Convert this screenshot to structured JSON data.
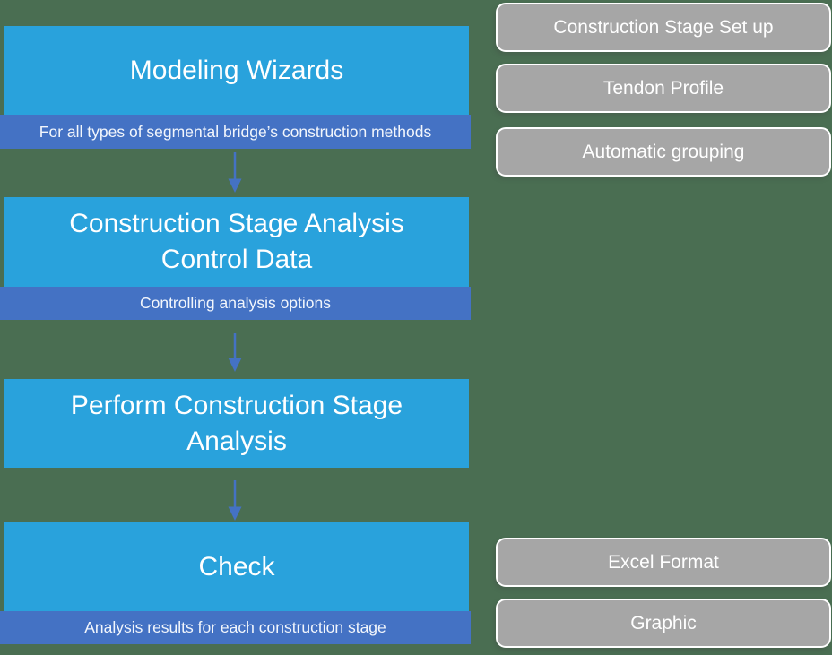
{
  "diagram": {
    "background_color": "#4A6E52",
    "flow": {
      "box_color": "#29A2DC",
      "caption_bar_color": "#4472C4",
      "arrow_color": "#4472C4",
      "steps": [
        {
          "title": "Modeling Wizards",
          "subtitle": "For all types of segmental bridge’s construction methods"
        },
        {
          "title": "Construction Stage Analysis Control Data",
          "subtitle": "Controlling analysis options"
        },
        {
          "title": "Perform Construction Stage Analysis"
        },
        {
          "title": "Check",
          "subtitle": "Analysis results for each construction stage"
        }
      ]
    },
    "side_buttons": {
      "fill_color": "#A6A6A6",
      "border_color": "#FFFFFF",
      "top_group": [
        "Construction Stage Set up",
        "Tendon Profile",
        "Automatic grouping"
      ],
      "bottom_group": [
        "Excel Format",
        "Graphic"
      ]
    }
  }
}
